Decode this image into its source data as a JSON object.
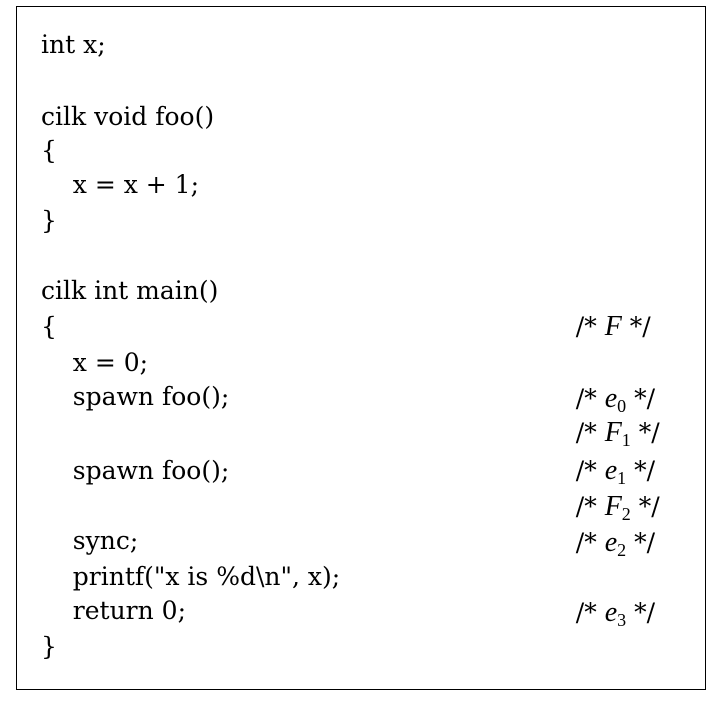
{
  "lines": [
    "int x;",
    "",
    "cilk void foo()",
    "{",
    "    x = x + 1;",
    "}",
    "",
    "cilk int main()",
    "{",
    "    x = 0;",
    "    spawn foo();",
    "",
    "    spawn foo();",
    "",
    "    sync;",
    "    printf(\"x is %d\\n\", x);",
    "    return 0;",
    "}"
  ],
  "comments": {
    "main": {
      "sym": "F",
      "sub": ""
    },
    "x_assign": {
      "sym": "e",
      "sub": "0"
    },
    "spawn1": {
      "sym": "F",
      "sub": "1"
    },
    "after_spawn1": {
      "sym": "e",
      "sub": "1"
    },
    "spawn2": {
      "sym": "F",
      "sub": "2"
    },
    "after_spawn2": {
      "sym": "e",
      "sub": "2"
    },
    "printf": {
      "sym": "e",
      "sub": "3"
    }
  },
  "comment_open": "/*",
  "comment_close": "*/"
}
